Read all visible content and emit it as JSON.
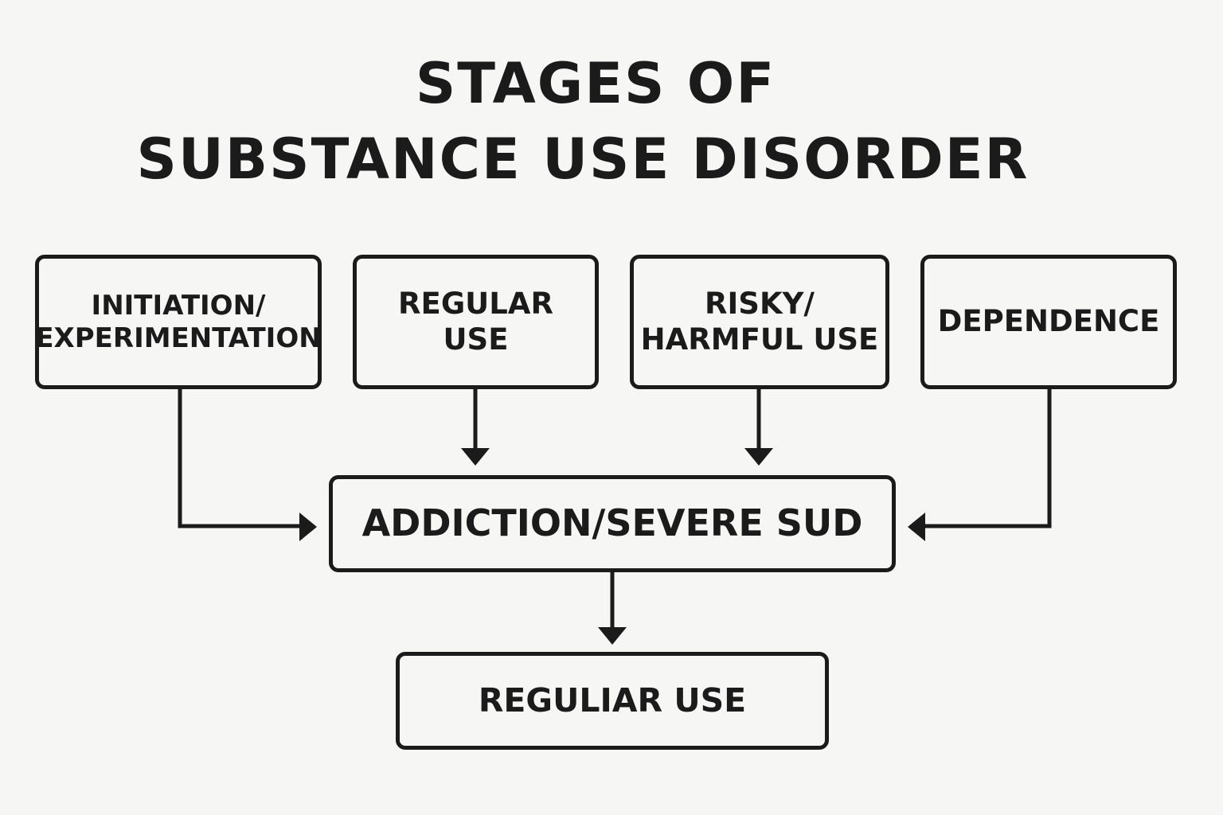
{
  "title": {
    "line1": "STAGES OF",
    "line2": "SUBSTANCE USE DISORDER"
  },
  "stages": {
    "initiation": {
      "line1": "INITIATION/",
      "line2": "EXPERIMENTATION"
    },
    "regular": {
      "line1": "REGULAR",
      "line2": "USE"
    },
    "risky": {
      "line1": "RISKY/",
      "line2": "HARMFUL USE"
    },
    "dependence": {
      "label": "DEPENDENCE"
    }
  },
  "outcome": {
    "label": "ADDICTION/SEVERE SUD"
  },
  "final": {
    "label": "REGULIAR USE"
  },
  "colors": {
    "background": "#f6f6f5",
    "stroke": "#1b1b1b"
  }
}
